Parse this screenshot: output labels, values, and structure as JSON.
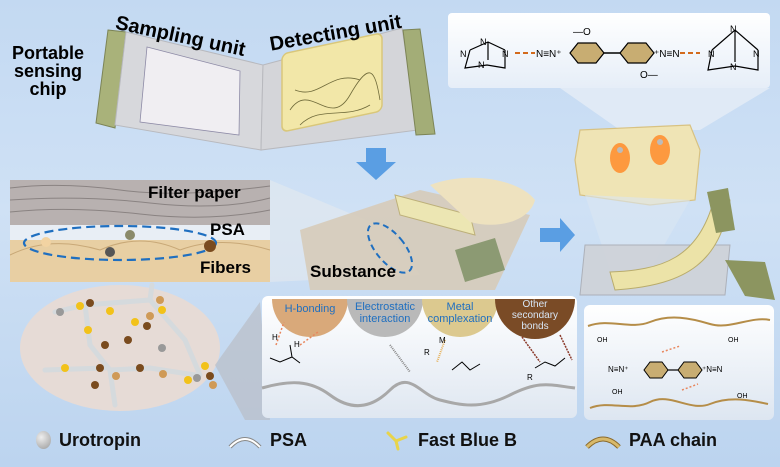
{
  "figure": {
    "chip": {
      "title": "Portable sensing chip",
      "title_lines": [
        "Portable",
        "sensing",
        "chip"
      ],
      "sampling_unit": "Sampling unit",
      "detecting_unit": "Detecting unit"
    },
    "cross_section": {
      "filter_paper": "Filter paper",
      "psa": "PSA",
      "fibers": "Fibers"
    },
    "substance_label": "Substance",
    "interactions": [
      {
        "label": "H-bonding",
        "lines": [
          "H-bonding"
        ],
        "color": "#d9a97a"
      },
      {
        "label": "Electrostatic interaction",
        "lines": [
          "Electrostatic",
          "interaction"
        ],
        "color": "#b9b9b9"
      },
      {
        "label": "Metal complexation",
        "lines": [
          "Metal",
          "complexation"
        ],
        "color": "#dcc98f"
      },
      {
        "label": "Other secondary bonds",
        "lines": [
          "Other",
          "secondary",
          "bonds"
        ],
        "color": "#7a4b26"
      }
    ],
    "chem_labels": {
      "h": "H",
      "o": "O",
      "r": "R",
      "m": "M",
      "n_triple_n_plus": "N≡N⁺",
      "methoxy": "O—",
      "oh": "OH",
      "urotropin_n": "N"
    },
    "colors": {
      "background": "#c7dcf3",
      "accent_blue": "#2a78c4",
      "psa_ring": "#1f6fc0",
      "ring_fill": "#c8ad72",
      "h_bond": "#e8875e",
      "interaction_dash": "#d36a1c"
    }
  },
  "legend": [
    {
      "icon": "urotropin-sphere-icon",
      "label": "Urotropin"
    },
    {
      "icon": "psa-arc-icon",
      "label": "PSA"
    },
    {
      "icon": "fast-blue-b-icon",
      "label": "Fast Blue B"
    },
    {
      "icon": "paa-chain-arc-icon",
      "label": "PAA chain"
    }
  ]
}
